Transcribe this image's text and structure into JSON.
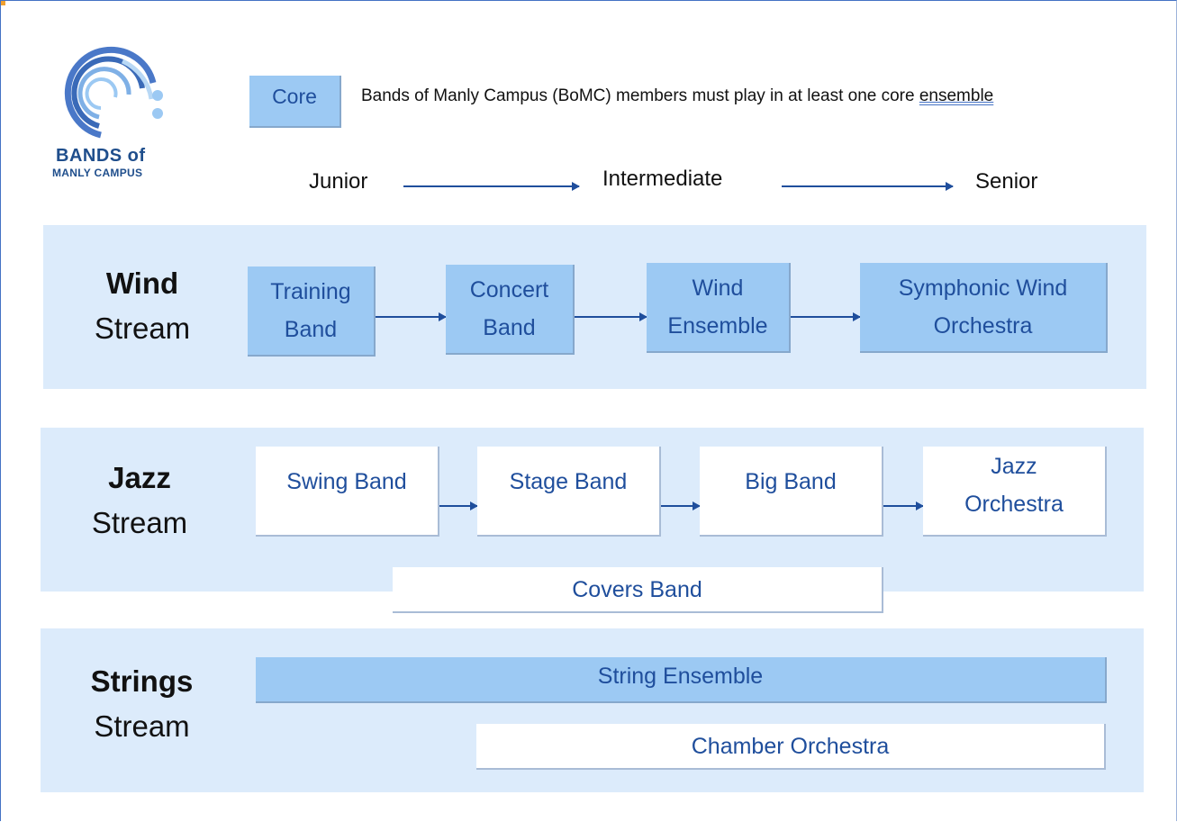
{
  "logo": {
    "line1": "BANDS of",
    "line2": "MANLY CAMPUS",
    "icon": "swirl-logo-icon",
    "color": "#1f4e8c"
  },
  "legend": {
    "core_label": "Core",
    "description_prefix": "Bands of Manly Campus (BoMC) members must play in at least one core ",
    "description_underlined": "ensemble"
  },
  "levels": [
    "Junior",
    "Intermediate",
    "Senior"
  ],
  "streams": {
    "wind": {
      "title": "Wind",
      "subtitle": "Stream",
      "core_path": [
        "Training\nBand",
        "Concert\nBand",
        "Wind\nEnsemble",
        "Symphonic Wind\nOrchestra"
      ]
    },
    "jazz": {
      "title": "Jazz",
      "subtitle": "Stream",
      "path": [
        "Swing Band",
        "Stage Band",
        "Big Band",
        "Jazz\nOrchestra"
      ],
      "extra": "Covers Band"
    },
    "strings": {
      "title": "Strings",
      "subtitle": "Stream",
      "core": "String Ensemble",
      "extra": "Chamber Orchestra"
    }
  },
  "colors": {
    "stream_bg": "#dcebfb",
    "core_box": "#9cc9f3",
    "text_accent": "#1f4e9c"
  }
}
